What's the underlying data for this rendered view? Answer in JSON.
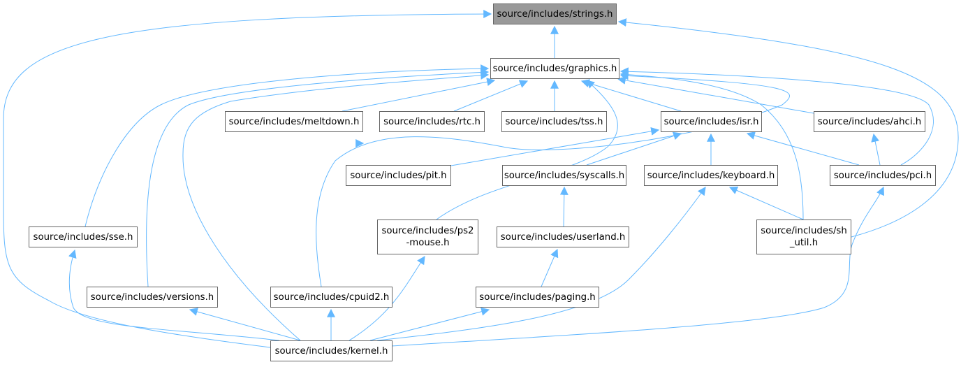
{
  "nodes": [
    {
      "id": "strings",
      "label": "source/includes/strings.h",
      "root": true
    },
    {
      "id": "graphics",
      "label": "source/includes/graphics.h"
    },
    {
      "id": "meltdown",
      "label": "source/includes/meltdown.h"
    },
    {
      "id": "rtc",
      "label": "source/includes/rtc.h"
    },
    {
      "id": "tss",
      "label": "source/includes/tss.h"
    },
    {
      "id": "isr",
      "label": "source/includes/isr.h"
    },
    {
      "id": "ahci",
      "label": "source/includes/ahci.h"
    },
    {
      "id": "pit",
      "label": "source/includes/pit.h"
    },
    {
      "id": "syscalls",
      "label": "source/includes/syscalls.h"
    },
    {
      "id": "keyboard",
      "label": "source/includes/keyboard.h"
    },
    {
      "id": "pci",
      "label": "source/includes/pci.h"
    },
    {
      "id": "sse",
      "label": "source/includes/sse.h"
    },
    {
      "id": "ps2mouse",
      "label": "source/includes/ps2\n-mouse.h"
    },
    {
      "id": "userland",
      "label": "source/includes/userland.h"
    },
    {
      "id": "shutil",
      "label": "source/includes/sh\n_util.h"
    },
    {
      "id": "versions",
      "label": "source/includes/versions.h"
    },
    {
      "id": "cpuid2",
      "label": "source/includes/cpuid2.h"
    },
    {
      "id": "paging",
      "label": "source/includes/paging.h"
    },
    {
      "id": "kernel",
      "label": "source/includes/kernel.h"
    }
  ],
  "colors": {
    "edge": "#63b8ff",
    "root_fill": "#999999",
    "border": "#666666"
  }
}
